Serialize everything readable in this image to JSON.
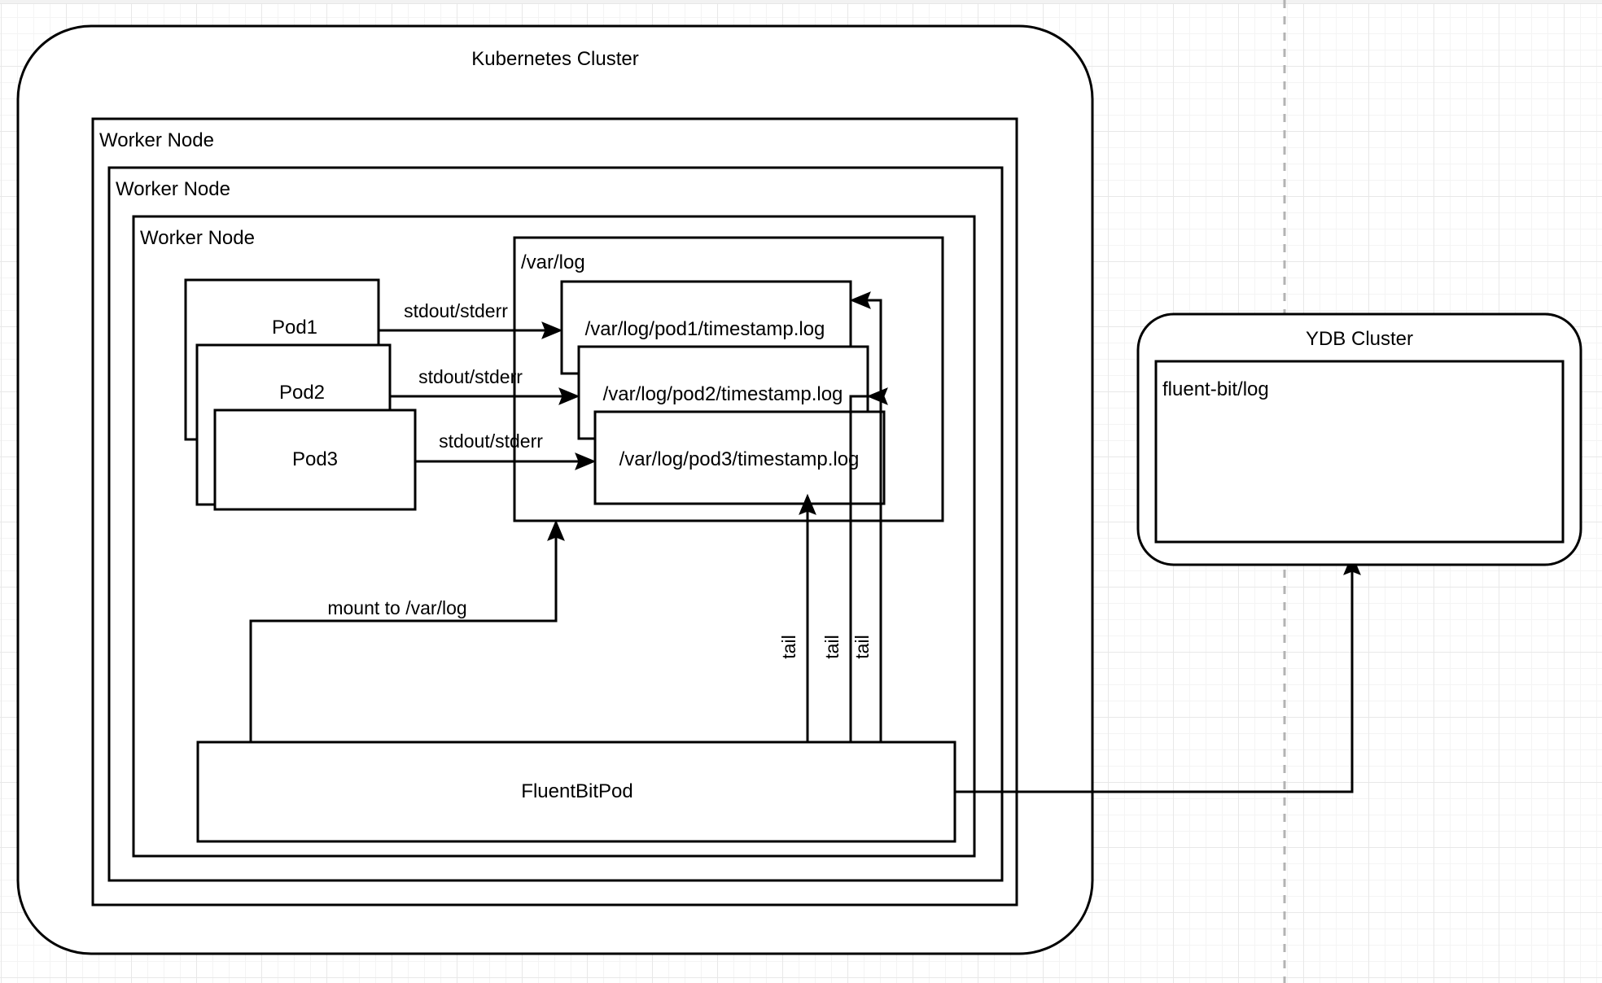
{
  "diagram": {
    "title_visible": false,
    "background": "#ffffff",
    "grid_color": "#e8e8e8",
    "line_color": "#000000",
    "page_break_color": "#b3b3b3"
  },
  "clusters": {
    "kubernetes": {
      "label": "Kubernetes Cluster"
    },
    "ydb": {
      "label": "YDB Cluster"
    }
  },
  "worker_nodes": [
    {
      "label": "Worker Node"
    },
    {
      "label": "Worker Node"
    },
    {
      "label": "Worker Node"
    }
  ],
  "pods": [
    {
      "label": "Pod1"
    },
    {
      "label": "Pod2"
    },
    {
      "label": "Pod3"
    }
  ],
  "volumes": {
    "var_log": {
      "label": "/var/log"
    }
  },
  "log_files": [
    {
      "label": "/var/log/pod1/timestamp.log"
    },
    {
      "label": "/var/log/pod2/timestamp.log"
    },
    {
      "label": "/var/log/pod3/timestamp.log"
    }
  ],
  "fluentbit": {
    "label": "FluentBitPod"
  },
  "ydb_table": {
    "label": "fluent-bit/log"
  },
  "edges": {
    "stdout_stderr": [
      {
        "label": "stdout/stderr"
      },
      {
        "label": "stdout/stderr"
      },
      {
        "label": "stdout/stderr"
      }
    ],
    "tail": [
      {
        "label": "tail"
      },
      {
        "label": "tail"
      },
      {
        "label": "tail"
      }
    ],
    "mount": {
      "label": "mount to /var/log"
    }
  }
}
